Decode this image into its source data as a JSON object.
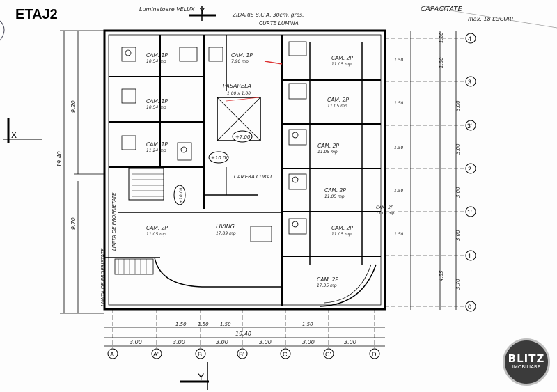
{
  "title": "ETAJ2",
  "header_notes": {
    "skylight": "Luminatoare VELUX",
    "wall": "ZIDARIE B.C.A. 30cm. gros.",
    "courtyard": "CURTE LUMINA",
    "capacity_title": "CAPACITATE",
    "capacity_value": "max. 18 LOCURI"
  },
  "rooms": [
    {
      "label": "CAM. 1P",
      "area": "10.54 mp"
    },
    {
      "label": "CAM. 1P",
      "area": "7.90 mp"
    },
    {
      "label": "CAM. 2P",
      "area": "11.05 mp"
    },
    {
      "label": "CAM. 2P",
      "area": "11.05 mp"
    },
    {
      "label": "CAM. 1P",
      "area": "10.54 mp"
    },
    {
      "label": "CAM. 1P",
      "area": "11.24 mp"
    },
    {
      "label": "CAM. 2P",
      "area": "11.05 mp"
    },
    {
      "label": "CAM. 2P",
      "area": "11.05 mp"
    },
    {
      "label": "CAM. 2P",
      "area": "11.05 mp"
    },
    {
      "label": "CAM. 2P",
      "area": "11.05 mp"
    },
    {
      "label": "CAM. 2P",
      "area": "11.03 mp"
    },
    {
      "label": "CAM. 2P",
      "area": "17.35 mp"
    }
  ],
  "spaces": {
    "passage": "PASARELA",
    "passage_size": "1.00 x 1.00",
    "cleaning": "CAMERA CURAT.",
    "living": "LIVING",
    "living_area": "17.89 mp",
    "lim_left": "LIMITA DE PROPRIETATE",
    "lim_right": "LIMITA DE PROPRIETATE"
  },
  "levels": [
    "+10.00",
    "+7.00",
    "+10.00"
  ],
  "axis_marks": {
    "x": "X",
    "y": "Y"
  },
  "row_axes": [
    "4",
    "3",
    "3'",
    "2",
    "1'",
    "1",
    "0"
  ],
  "col_axes": [
    "A",
    "A'",
    "B",
    "B'",
    "C",
    "C'",
    "D"
  ],
  "right_dims": [
    "1.20",
    "1.80",
    "3.00",
    "3.00",
    "3.00",
    "3.00",
    "4.85",
    "3.70"
  ],
  "bottom_dims": [
    "3.00",
    "3.00",
    "3.00",
    "3.00",
    "3.00",
    "3.00"
  ],
  "bottom_total": "19.40",
  "left_dims": [
    "9.20",
    "19.40",
    "9.70"
  ],
  "small_dims": [
    "1.50",
    "1.50",
    "1.50",
    "1.50",
    "1.50",
    "1.50",
    "1.50",
    "1.50",
    "1.50"
  ],
  "logo": {
    "line1": "BLITZ",
    "line2": "IMOBILIARE"
  }
}
